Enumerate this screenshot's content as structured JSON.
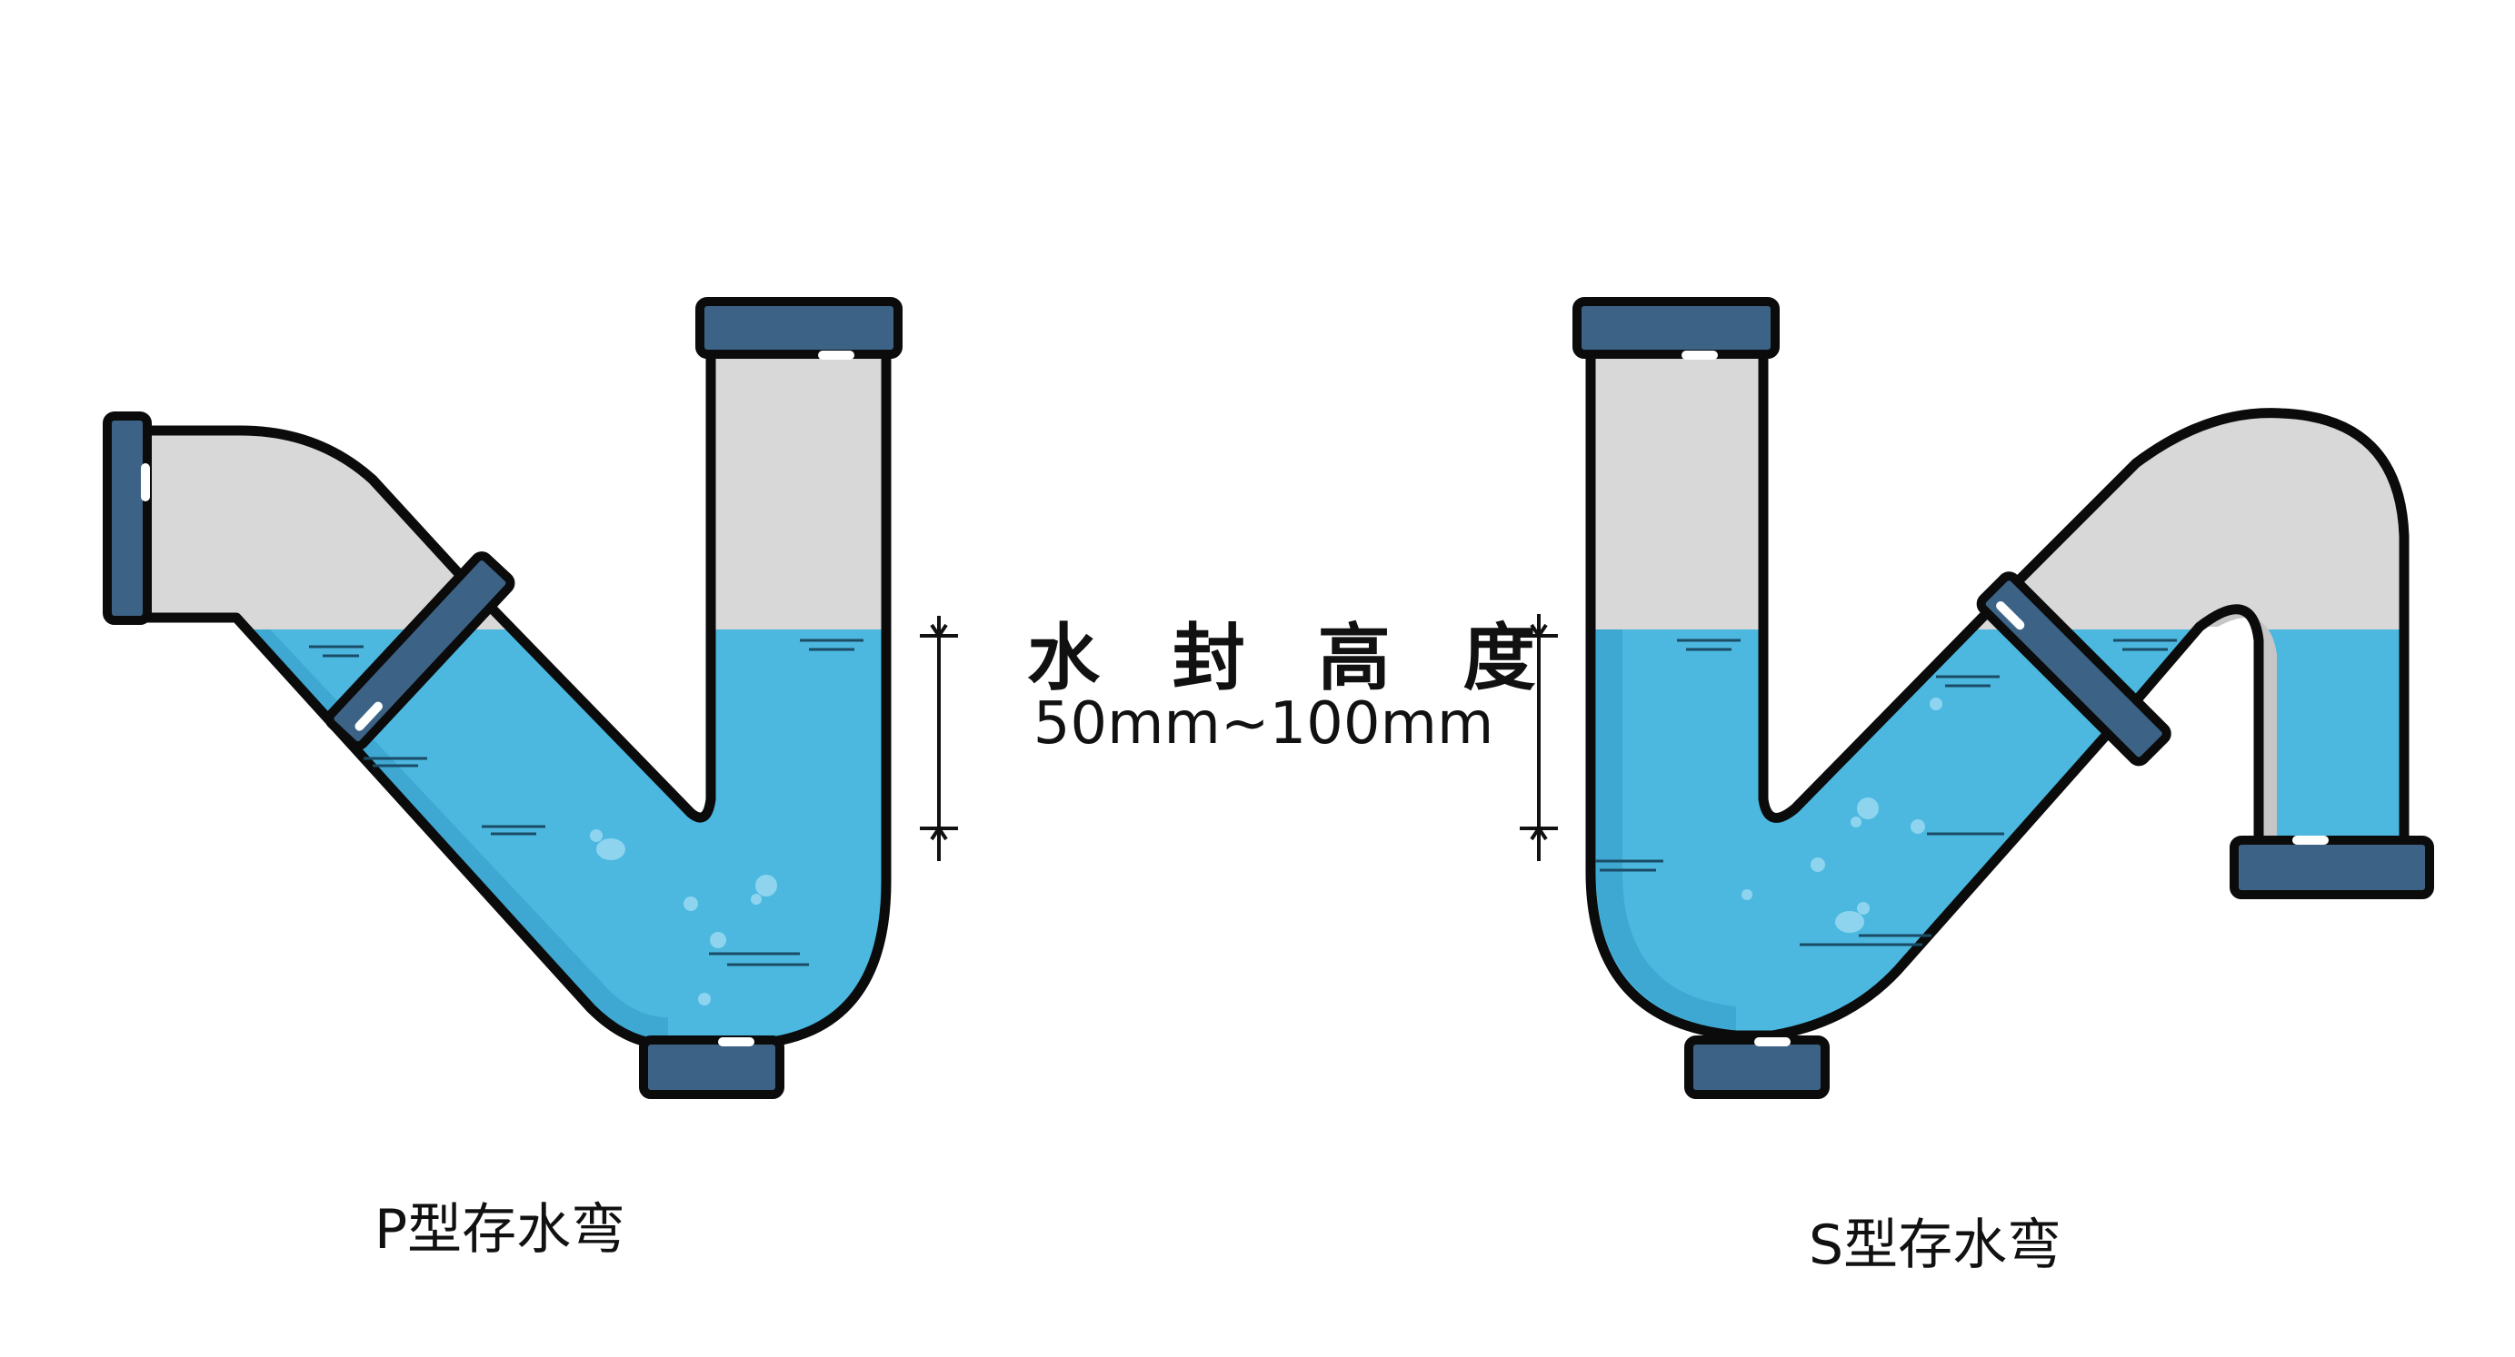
{
  "water_seal": {
    "title": "水 封 高 度",
    "range": "50mm~100mm"
  },
  "traps": [
    {
      "label": "P型存水弯"
    },
    {
      "label": "S型存水弯"
    }
  ],
  "colors": {
    "water": "#4cb8e0",
    "water_shade": "#3ea8d2",
    "air": "#d8d8d8",
    "air_shade": "#c6c6c6",
    "flange": "#3c6386",
    "flange_dark": "#2c4c69",
    "outline": "#0b0b0b",
    "highlight": "#ffffff"
  }
}
